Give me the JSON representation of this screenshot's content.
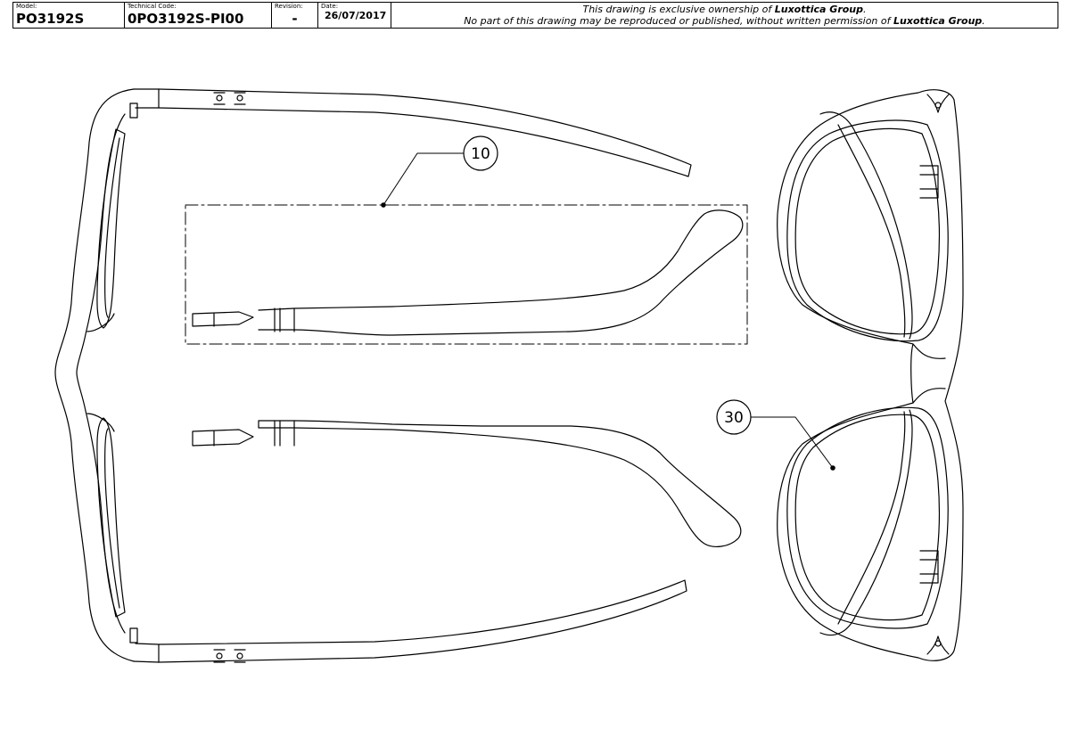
{
  "title_block": {
    "model_label": "Model:",
    "model": "PO3192S",
    "tech_code_label": "Technical Code:",
    "tech_code": "0PO3192S-PI00",
    "revision_label": "Revision:",
    "revision": "-",
    "date_label": "Date:",
    "date": "26/07/2017",
    "notice": {
      "line1_prefix": "This drawing is exclusive ownership of ",
      "line1_brand": "Luxottica Group",
      "line1_suffix": ".",
      "line2_prefix": "No part of this drawing may be reproduced or published, without written permission of ",
      "line2_brand": "Luxottica Group",
      "line2_suffix": "."
    }
  },
  "callouts": [
    {
      "label": "10",
      "target": "temple-part"
    },
    {
      "label": "30",
      "target": "lens-part"
    }
  ]
}
